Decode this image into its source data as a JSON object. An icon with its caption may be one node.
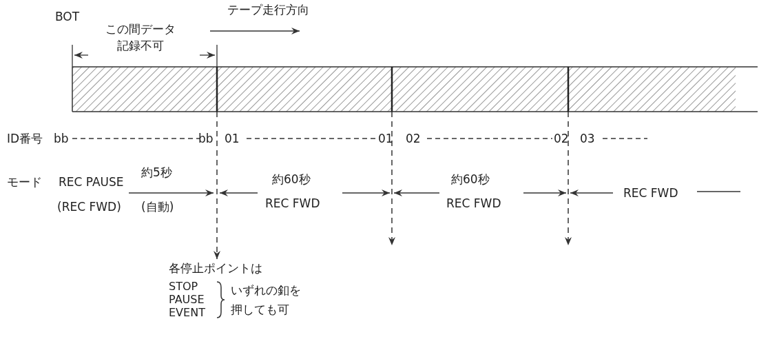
{
  "diagram": {
    "nodes": [
      {
        "text": [],
        "shape": "bar"
      },
      {
        "text": [
          "各停止ポイントは",
          "STOP PAUSE EVENT",
          "いずれの釦を押しても可"
        ]
      }
    ],
    "edges": [
      {
        "from": 0,
        "to": 1,
        "arrow": "to",
        "style": "dashed"
      },
      {
        "from": 0,
        "to": null,
        "arrow": "to",
        "style": "dashed"
      },
      {
        "from": 0,
        "to": null,
        "arrow": "to",
        "style": "dashed"
      }
    ],
    "labels": [
      "BOT",
      "テープ走行方向",
      "この間データ記録不可",
      "ID番号",
      "bb",
      "bb",
      "01",
      "01",
      "02",
      "02",
      "03",
      "モード",
      "REC PAUSE",
      "約5秒",
      "(REC FWD)",
      "(自動)",
      "約60秒",
      "REC FWD",
      "約60秒",
      "REC FWD",
      "REC FWD"
    ]
  }
}
